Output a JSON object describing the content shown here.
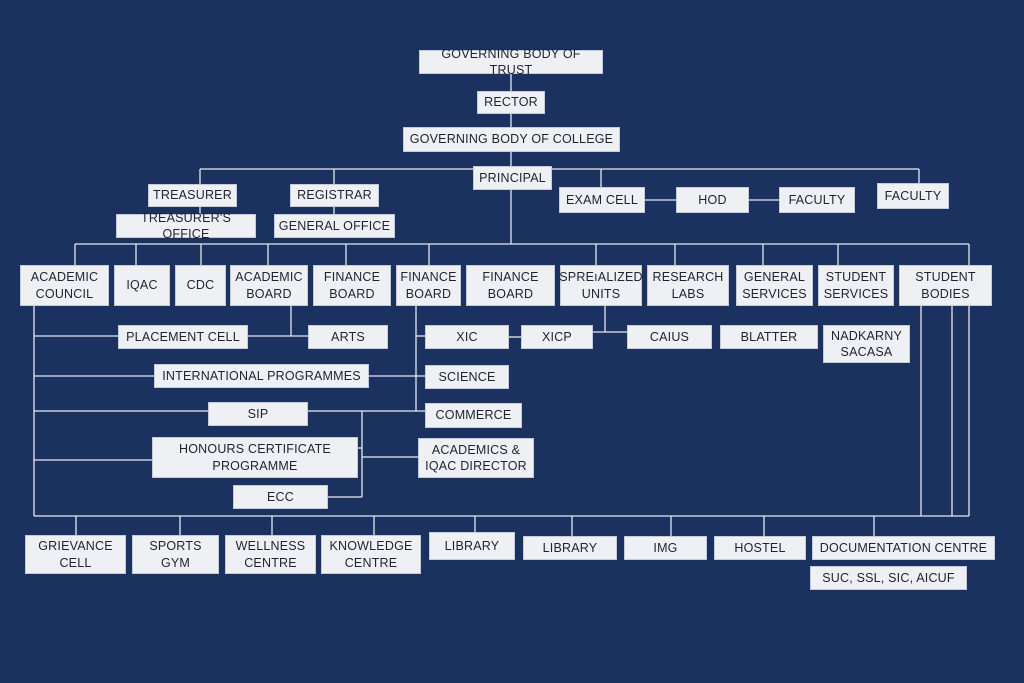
{
  "colors": {
    "background": "#1b3260",
    "box": "#eef0f3",
    "text": "#1e2330",
    "line": "#e6e9ef"
  },
  "nodes": {
    "governing_body_trust": "GOVERNING BODY OF TRUST",
    "rector": "RECTOR",
    "governing_body_college": "GOVERNING BODY OF COLLEGE",
    "principal": "PRINCIPAL",
    "treasurer": "TREASURER",
    "registrar": "REGISTRAR",
    "treasurers_office": "TREASURER'S OFFICE",
    "general_office": "GENERAL OFFICE",
    "exam_cell": "EXAM CELL",
    "hod": "HOD",
    "faculty_1": "FACULTY",
    "faculty_2": "FACULTY",
    "academic_council": "ACADEMIC\nCOUNCIL",
    "iqac": "IQAC",
    "cdc": "CDC",
    "academic_board": "ACADEMIC\nBOARD",
    "finance_board_1": "FINANCE\nBOARD",
    "finance_board_2": "FINANCE\nBOARD",
    "finance_board_3": "FINANCE\nBOARD",
    "specialized_units": "SPREıALIZED\nUNITS",
    "research_labs": "RESEARCH\nLABS",
    "general_services": "GENERAL\nSERVICES",
    "student_services": "STUDENT\nSERVICES",
    "student_bodies": "STUDENT\nBODIES",
    "placement_cell": "PLACEMENT CELL",
    "arts": "ARTS",
    "xic": "XIC",
    "xicp": "XICP",
    "caius": "CAIUS",
    "blatter": "BLATTER",
    "nadkarny_sacasa": "NADKARNY\nSACASA",
    "international_programmes": "INTERNATIONAL PROGRAMMES",
    "science": "SCIENCE",
    "sip": "SIP",
    "commerce": "COMMERCE",
    "honours_certificate": "HONOURS CERTIFICATE\nPROGRAMME",
    "academics_iqac_director": "ACADEMICS &\nIQAC DIRECTOR",
    "ecc": "ECC",
    "grievance_cell": "GRIEVANCE\nCELL",
    "sports_gym": "SPORTS\nGYM",
    "wellness_centre": "WELLNESS\nCENTRE",
    "knowledge_centre": "KNOWLEDGE\nCENTRE",
    "library_1": "LIBRARY",
    "library_2": "LIBRARY",
    "img": "IMG",
    "hostel": "HOSTEL",
    "documentation_centre": "DOCUMENTATION CENTRE",
    "suc_ssl_sic_aicuf": "SUC, SSL, SIC, AICUF"
  }
}
